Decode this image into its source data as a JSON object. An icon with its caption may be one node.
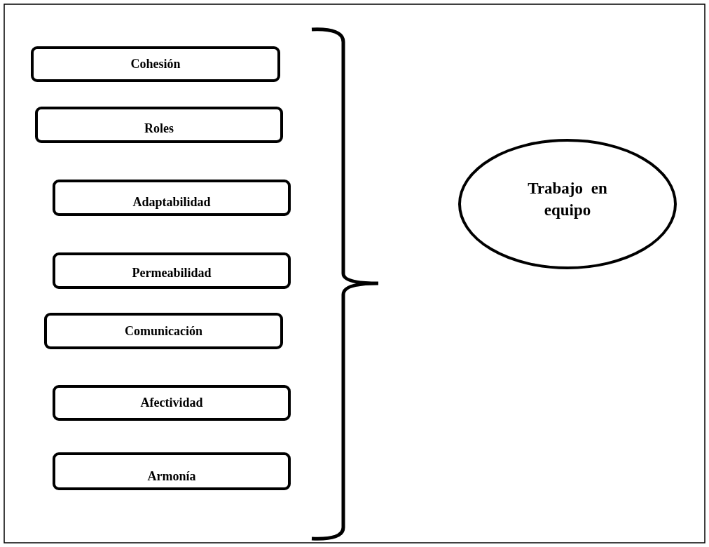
{
  "diagram": {
    "nodes": [
      {
        "text": [
          "Cohesión"
        ]
      },
      {
        "text": [
          "Roles"
        ]
      },
      {
        "text": [
          "Adaptabilidad"
        ]
      },
      {
        "text": [
          "Permeabilidad"
        ]
      },
      {
        "text": [
          "Comunicación"
        ]
      },
      {
        "text": [
          "Afectividad"
        ]
      },
      {
        "text": [
          "Armonía"
        ]
      },
      {
        "text": [
          "Trabajo en equipo"
        ]
      }
    ]
  }
}
